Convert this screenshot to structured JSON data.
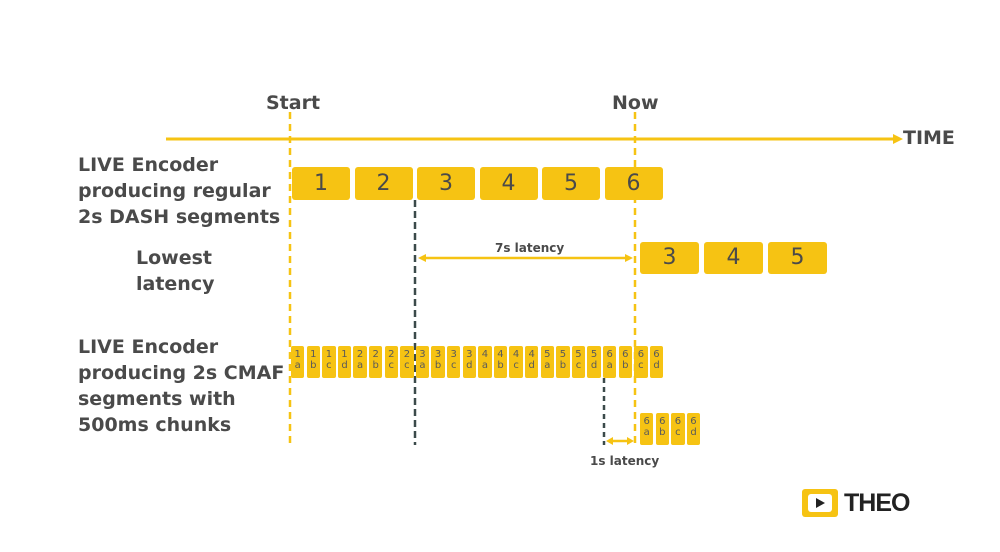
{
  "markers": {
    "start": "Start",
    "now": "Now"
  },
  "axis_label": "TIME",
  "rows": {
    "dash": {
      "label": [
        "LIVE Encoder",
        "producing regular",
        "2s DASH segments"
      ],
      "segments": [
        "1",
        "2",
        "3",
        "4",
        "5",
        "6"
      ]
    },
    "lowest": {
      "label": [
        "Lowest",
        "latency"
      ],
      "segments": [
        "3",
        "4",
        "5"
      ]
    },
    "cmaf": {
      "label": [
        "LIVE Encoder",
        "producing 2s CMAF",
        "segments with",
        "500ms chunks"
      ],
      "chunks": [
        [
          "1",
          "a"
        ],
        [
          "1",
          "b"
        ],
        [
          "1",
          "c"
        ],
        [
          "1",
          "d"
        ],
        [
          "2",
          "a"
        ],
        [
          "2",
          "b"
        ],
        [
          "2",
          "c"
        ],
        [
          "2",
          "c"
        ],
        [
          "3",
          "a"
        ],
        [
          "3",
          "b"
        ],
        [
          "3",
          "c"
        ],
        [
          "3",
          "d"
        ],
        [
          "4",
          "a"
        ],
        [
          "4",
          "b"
        ],
        [
          "4",
          "c"
        ],
        [
          "4",
          "d"
        ],
        [
          "5",
          "a"
        ],
        [
          "5",
          "b"
        ],
        [
          "5",
          "c"
        ],
        [
          "5",
          "d"
        ],
        [
          "6",
          "a"
        ],
        [
          "6",
          "b"
        ],
        [
          "6",
          "c"
        ],
        [
          "6",
          "d"
        ]
      ],
      "delayed_chunks": [
        [
          "6",
          "a"
        ],
        [
          "6",
          "b"
        ],
        [
          "6",
          "c"
        ],
        [
          "6",
          "d"
        ]
      ]
    }
  },
  "latencies": {
    "dash": "7s latency",
    "cmaf": "1s latency"
  },
  "logo": {
    "text": "THEO"
  },
  "colors": {
    "accent": "#f6c313",
    "text": "#4a4a4a",
    "dark_dash": "#3b4a4a"
  }
}
